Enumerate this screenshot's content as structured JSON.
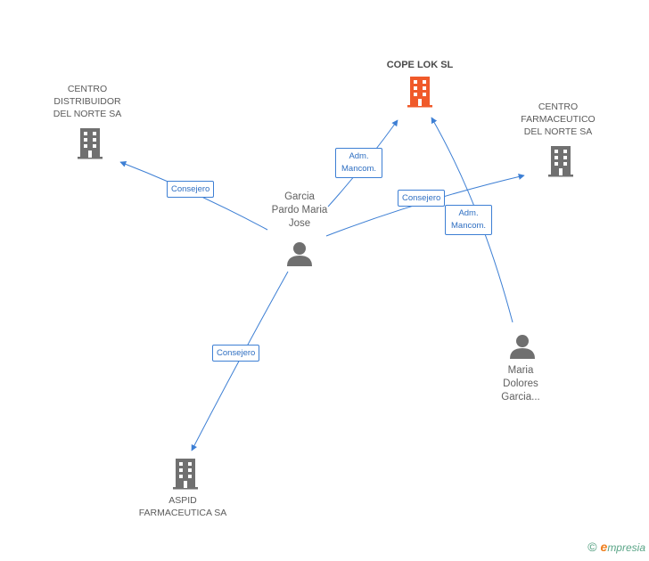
{
  "colors": {
    "edge": "#3d7fd4",
    "building_gray": "#707070",
    "building_main": "#f05a2a",
    "person": "#6f6f6f"
  },
  "nodes": {
    "cope_lok": {
      "label": "COPE LOK SL",
      "icon": "building-icon"
    },
    "centro_distribuidor": {
      "label_lines": [
        "CENTRO",
        "DISTRIBUIDOR",
        "DEL NORTE SA"
      ],
      "icon": "building-icon"
    },
    "centro_farmaceutico": {
      "label_lines": [
        "CENTRO",
        "FARMACEUTICO",
        "DEL NORTE SA"
      ],
      "icon": "building-icon"
    },
    "aspid": {
      "label_lines": [
        "ASPID",
        "FARMACEUTICA SA"
      ],
      "icon": "building-icon"
    },
    "garcia_pardo": {
      "label_lines": [
        "Garcia",
        "Pardo Maria",
        "Jose"
      ],
      "icon": "person-icon"
    },
    "maria_dolores": {
      "label_lines": [
        "Maria",
        "Dolores",
        "Garcia..."
      ],
      "icon": "person-icon"
    }
  },
  "edges": {
    "consejero_left": {
      "label": "Consejero"
    },
    "adm_mancom_1": {
      "label_lines": [
        "Adm.",
        "Mancom."
      ]
    },
    "consejero_right": {
      "label": "Consejero"
    },
    "adm_mancom_2": {
      "label_lines": [
        "Adm.",
        "Mancom."
      ]
    },
    "consejero_down": {
      "label": "Consejero"
    }
  },
  "footer": {
    "copyright": "©",
    "brand_initial": "e",
    "brand_rest": "mpresia"
  }
}
